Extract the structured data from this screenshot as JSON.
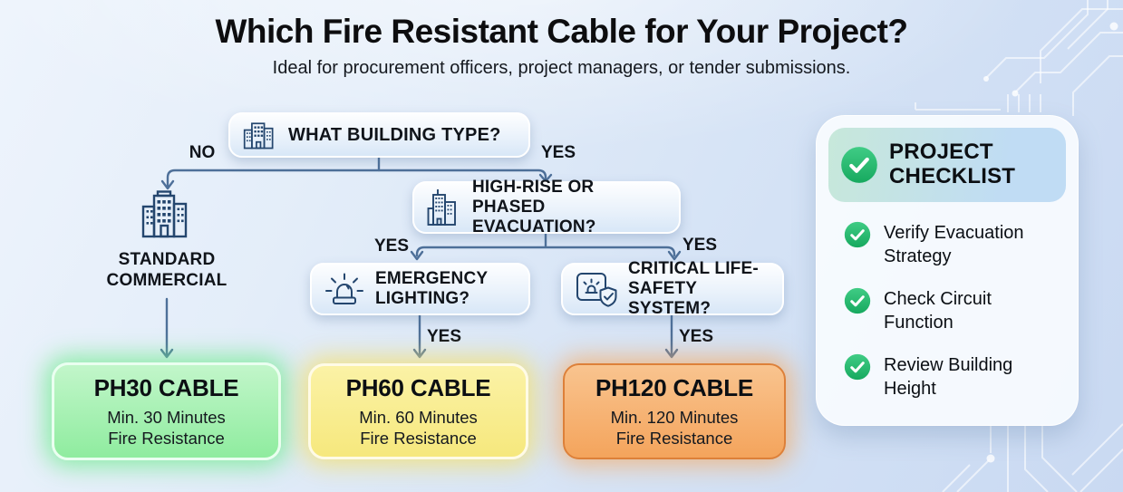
{
  "header": {
    "title": "Which Fire Resistant Cable for Your Project?",
    "subtitle": "Ideal for procurement officers, project managers, or tender submissions."
  },
  "flow": {
    "q_building": {
      "label": "WHAT BUILDING TYPE?"
    },
    "q_highrise": {
      "label": "HIGH-RISE OR PHASED EVACUATION?"
    },
    "q_emergency": {
      "label": "EMERGENCY LIGHTING?"
    },
    "q_critical": {
      "label": "CRITICAL LIFE-SAFETY SYSTEM?"
    },
    "standard_commercial": {
      "label": "STANDARD COMMERCIAL"
    },
    "labels": {
      "no": "NO",
      "yes": "YES"
    },
    "results": [
      {
        "id": "ph30",
        "title": "PH30 CABLE",
        "line1": "Min. 30 Minutes",
        "line2": "Fire Resistance",
        "color": "#8fec9f"
      },
      {
        "id": "ph60",
        "title": "PH60 CABLE",
        "line1": "Min. 60 Minutes",
        "line2": "Fire Resistance",
        "color": "#f6e87d"
      },
      {
        "id": "ph120",
        "title": "PH120 CABLE",
        "line1": "Min. 120 Minutes",
        "line2": "Fire Resistance",
        "color": "#f4a45c"
      }
    ]
  },
  "checklist": {
    "title": "PROJECT CHECKLIST",
    "items": [
      "Verify Evacuation Strategy",
      "Check Circuit Function",
      "Review Building Height"
    ]
  },
  "icons": {
    "check": "check-circle",
    "building": "office-buildings",
    "highrise": "high-rise-building",
    "siren": "emergency-light",
    "alarm_shield": "alarm-panel-with-shield-check"
  },
  "colors": {
    "connector": "#4e7099",
    "check_green": "#27b96c",
    "icon_navy": "#24466e",
    "ph120_border": "#dd8039",
    "background": "#d9e5f5"
  }
}
